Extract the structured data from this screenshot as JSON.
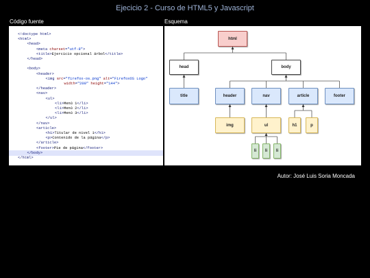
{
  "title": "Ejecicio 2 - Curso de HTML5 y Javascript",
  "labels": {
    "code": "Código fuente",
    "tree": "Esquema"
  },
  "code_lines": [
    {
      "indent": 0,
      "parts": [
        [
          "tag",
          "<!doctype html>"
        ]
      ],
      "hl": false
    },
    {
      "indent": 0,
      "parts": [
        [
          "tag",
          "<html>"
        ]
      ],
      "hl": false
    },
    {
      "indent": 1,
      "parts": [
        [
          "tag",
          "<head>"
        ]
      ],
      "hl": false
    },
    {
      "indent": 2,
      "parts": [
        [
          "tag",
          "<meta "
        ],
        [
          "attr",
          "charset"
        ],
        [
          "tag",
          "="
        ],
        [
          "val",
          "\"utf-8\""
        ],
        [
          "tag",
          ">"
        ]
      ],
      "hl": false
    },
    {
      "indent": 2,
      "parts": [
        [
          "tag",
          "<title>"
        ],
        [
          "txt",
          "Ejercicio opcional árbol"
        ],
        [
          "tag",
          "</title>"
        ]
      ],
      "hl": false
    },
    {
      "indent": 1,
      "parts": [
        [
          "tag",
          "</head>"
        ]
      ],
      "hl": false
    },
    {
      "indent": 0,
      "parts": [],
      "hl": false
    },
    {
      "indent": 1,
      "parts": [
        [
          "tag",
          "<body>"
        ]
      ],
      "hl": false
    },
    {
      "indent": 2,
      "parts": [
        [
          "tag",
          "<header>"
        ]
      ],
      "hl": false
    },
    {
      "indent": 3,
      "parts": [
        [
          "tag",
          "<img "
        ],
        [
          "attr",
          "src"
        ],
        [
          "tag",
          "="
        ],
        [
          "val",
          "\"firefox-os.png\""
        ],
        [
          "tag",
          " "
        ],
        [
          "attr",
          "alt"
        ],
        [
          "tag",
          "="
        ],
        [
          "val",
          "\"FirefoxOS Logo\""
        ]
      ],
      "hl": false
    },
    {
      "indent": 5,
      "parts": [
        [
          "attr",
          "width"
        ],
        [
          "tag",
          "="
        ],
        [
          "val",
          "\"200\""
        ],
        [
          "tag",
          " "
        ],
        [
          "attr",
          "height"
        ],
        [
          "tag",
          "="
        ],
        [
          "val",
          "\"144\""
        ],
        [
          "tag",
          ">"
        ]
      ],
      "hl": false
    },
    {
      "indent": 2,
      "parts": [
        [
          "tag",
          "</header>"
        ]
      ],
      "hl": false
    },
    {
      "indent": 2,
      "parts": [
        [
          "tag",
          "<nav>"
        ]
      ],
      "hl": false
    },
    {
      "indent": 3,
      "parts": [
        [
          "tag",
          "<ul>"
        ]
      ],
      "hl": false
    },
    {
      "indent": 4,
      "parts": [
        [
          "tag",
          "<li>"
        ],
        [
          "txt",
          "Menú 1"
        ],
        [
          "tag",
          "</li>"
        ]
      ],
      "hl": false
    },
    {
      "indent": 4,
      "parts": [
        [
          "tag",
          "<li>"
        ],
        [
          "txt",
          "Menú 2"
        ],
        [
          "tag",
          "</li>"
        ]
      ],
      "hl": false
    },
    {
      "indent": 4,
      "parts": [
        [
          "tag",
          "<li>"
        ],
        [
          "txt",
          "Menú 3"
        ],
        [
          "tag",
          "</li>"
        ]
      ],
      "hl": false
    },
    {
      "indent": 3,
      "parts": [
        [
          "tag",
          "</ul>"
        ]
      ],
      "hl": false
    },
    {
      "indent": 2,
      "parts": [
        [
          "tag",
          "</nav>"
        ]
      ],
      "hl": false
    },
    {
      "indent": 2,
      "parts": [
        [
          "tag",
          "<article>"
        ]
      ],
      "hl": false
    },
    {
      "indent": 3,
      "parts": [
        [
          "tag",
          "<h1>"
        ],
        [
          "txt",
          "Titular de nivel 1"
        ],
        [
          "tag",
          "</h1>"
        ]
      ],
      "hl": false
    },
    {
      "indent": 3,
      "parts": [
        [
          "tag",
          "<p>"
        ],
        [
          "txt",
          "Contenido de la página"
        ],
        [
          "tag",
          "</p>"
        ]
      ],
      "hl": false
    },
    {
      "indent": 2,
      "parts": [
        [
          "tag",
          "</article>"
        ]
      ],
      "hl": false
    },
    {
      "indent": 2,
      "parts": [
        [
          "tag",
          "<footer>"
        ],
        [
          "txt",
          "Pie de página"
        ],
        [
          "tag",
          "</footer>"
        ]
      ],
      "hl": false
    },
    {
      "indent": 1,
      "parts": [
        [
          "tag",
          "</body>"
        ]
      ],
      "hl": true
    },
    {
      "indent": 0,
      "parts": [
        [
          "tag",
          "</html>"
        ]
      ],
      "hl": false
    }
  ],
  "tree_nodes": [
    {
      "id": "html",
      "label": "html",
      "parent": null,
      "style": "red"
    },
    {
      "id": "head",
      "label": "head",
      "parent": "html",
      "style": "white"
    },
    {
      "id": "body",
      "label": "body",
      "parent": "html",
      "style": "white"
    },
    {
      "id": "title",
      "label": "title",
      "parent": "head",
      "style": "blue"
    },
    {
      "id": "header",
      "label": "header",
      "parent": "body",
      "style": "blue"
    },
    {
      "id": "nav",
      "label": "nav",
      "parent": "body",
      "style": "blue"
    },
    {
      "id": "article",
      "label": "article",
      "parent": "body",
      "style": "blue"
    },
    {
      "id": "footer",
      "label": "footer",
      "parent": "body",
      "style": "blue"
    },
    {
      "id": "img",
      "label": "img",
      "parent": "header",
      "style": "yellow"
    },
    {
      "id": "ul",
      "label": "ul",
      "parent": "nav",
      "style": "yellow"
    },
    {
      "id": "h1",
      "label": "h1",
      "parent": "article",
      "style": "yellow"
    },
    {
      "id": "p",
      "label": "p",
      "parent": "article",
      "style": "yellow"
    },
    {
      "id": "li1",
      "label": "li",
      "parent": "ul",
      "style": "green"
    },
    {
      "id": "li2",
      "label": "li",
      "parent": "ul",
      "style": "green"
    },
    {
      "id": "li3",
      "label": "li",
      "parent": "ul",
      "style": "green"
    }
  ],
  "colors": {
    "title": "#9fb4d8",
    "red_fill": "#f8cecc",
    "blue_fill": "#dae8fc",
    "yellow_fill": "#fff2cc",
    "green_fill": "#d5e8d4"
  },
  "author": "Autor: José Luis Soria Moncada"
}
